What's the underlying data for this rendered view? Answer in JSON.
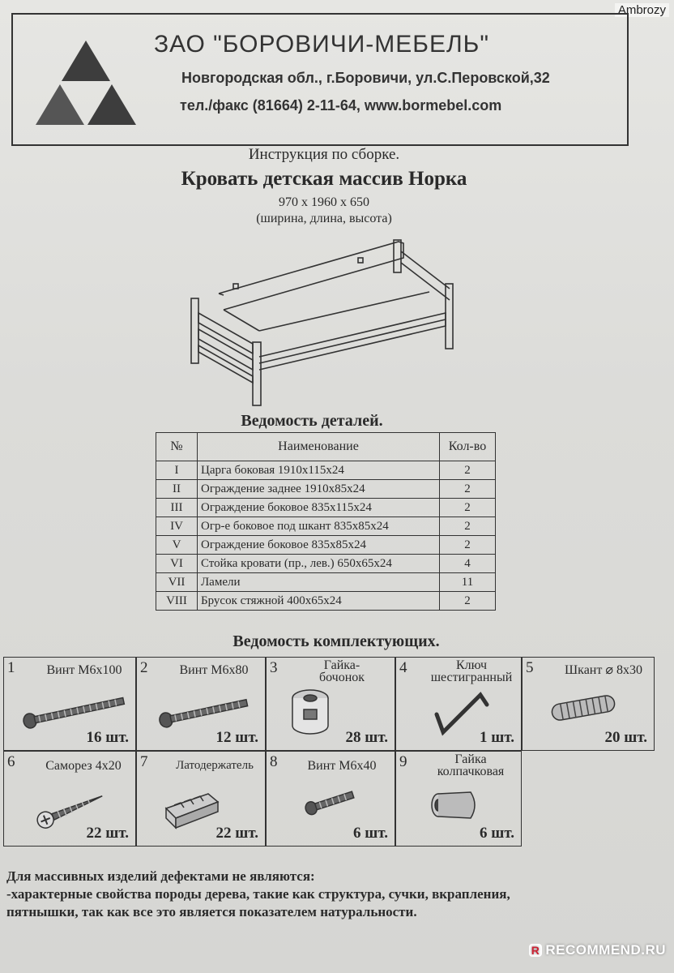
{
  "watermark_top": "Ambrozy",
  "header": {
    "company": "ЗАО \"БОРОВИЧИ-МЕБЕЛЬ\"",
    "address": "Новгородская обл., г.Боровичи, ул.С.Перовской,32",
    "phone": "тел./факс (81664) 2-11-64,  www.bormebel.com"
  },
  "doc": {
    "instruction": "Инструкция по сборке.",
    "title": "Кровать детская  массив Норка",
    "dimensions": "970 х 1960 х 650",
    "dimensions_note": "(ширина, длина, высота)"
  },
  "parts": {
    "title": "Ведомость деталей.",
    "headers": {
      "num": "№",
      "name": "Наименование",
      "qty": "Кол-во"
    },
    "rows": [
      {
        "num": "I",
        "name": "Царга боковая 1910х115х24",
        "qty": "2"
      },
      {
        "num": "II",
        "name": "Ограждение заднее 1910х85х24",
        "qty": "2"
      },
      {
        "num": "III",
        "name": "Ограждение боковое 835х115х24",
        "qty": "2"
      },
      {
        "num": "IV",
        "name": "Огр-е боковое под шкант 835х85х24",
        "qty": "2"
      },
      {
        "num": "V",
        "name": "Ограждение боковое 835х85х24",
        "qty": "2"
      },
      {
        "num": "VI",
        "name": "Стойка кровати (пр., лев.) 650х65х24",
        "qty": "4"
      },
      {
        "num": "VII",
        "name": "Ламели",
        "qty": "11"
      },
      {
        "num": "VIII",
        "name": "Брусок стяжной 400х65х24",
        "qty": "2"
      }
    ]
  },
  "components": {
    "title": "Ведомость комплектующих.",
    "items": [
      {
        "num": "1",
        "name": "Винт М6х100",
        "qty": "16 шт.",
        "icon": "long-bolt-icon"
      },
      {
        "num": "2",
        "name": "Винт М6х80",
        "qty": "12 шт.",
        "icon": "bolt-icon"
      },
      {
        "num": "3",
        "name": "Гайка-\nбочонок",
        "qty": "28 шт.",
        "icon": "barrel-nut-icon"
      },
      {
        "num": "4",
        "name": "Ключ\nшестигранный",
        "qty": "1 шт.",
        "icon": "hex-key-icon"
      },
      {
        "num": "5",
        "name": "Шкант ⌀ 8х30",
        "qty": "20 шт.",
        "icon": "dowel-icon"
      },
      {
        "num": "6",
        "name": "Саморез 4х20",
        "qty": "22 шт.",
        "icon": "screw-icon"
      },
      {
        "num": "7",
        "name": "Латодержатель",
        "qty": "22 шт.",
        "icon": "slat-holder-icon"
      },
      {
        "num": "8",
        "name": "Винт М6х40",
        "qty": "6 шт.",
        "icon": "short-bolt-icon"
      },
      {
        "num": "9",
        "name": "Гайка\nколпачковая",
        "qty": "6 шт.",
        "icon": "cap-nut-icon"
      }
    ]
  },
  "footer": {
    "line1": "Для массивных изделий дефектами не являются:",
    "line2": "-характерные свойства породы дерева, такие как структура, сучки, вкрапления,",
    "line3": "пятнышки, так как все это является показателем натуральности."
  },
  "watermark_bottom": {
    "badge": "R",
    "text": "RECOMMEND.RU"
  }
}
